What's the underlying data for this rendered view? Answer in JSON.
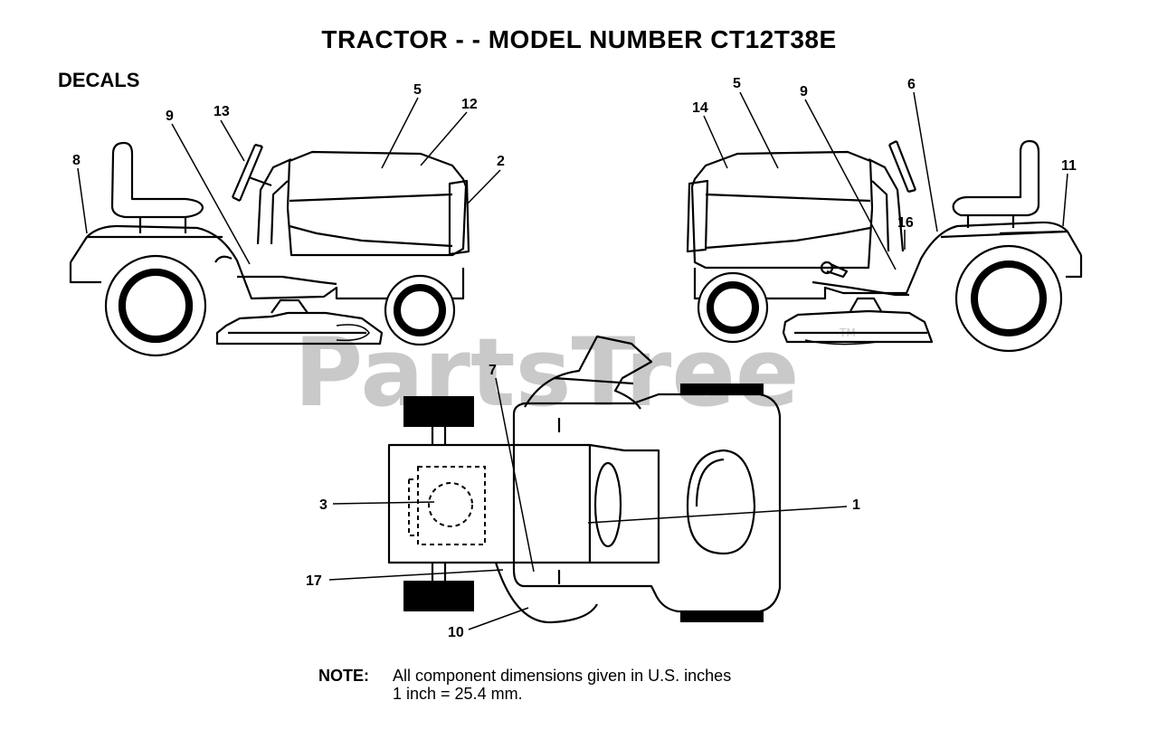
{
  "title": "TRACTOR - - MODEL NUMBER CT12T38E",
  "section_label": "DECALS",
  "watermark": "PartsTree",
  "watermark_tm": "TM",
  "note": {
    "label": "NOTE:",
    "line1": "All component dimensions given in U.S. inches",
    "line2": "1 inch = 25.4 mm."
  },
  "callouts": {
    "left_side": [
      "13",
      "9",
      "5",
      "12",
      "8",
      "2"
    ],
    "right_side": [
      "14",
      "5",
      "9",
      "6",
      "11",
      "16"
    ],
    "top_view": [
      "7",
      "3",
      "1",
      "17",
      "10"
    ]
  },
  "colors": {
    "line": "#000000",
    "background": "#ffffff",
    "watermark": "#c9c9c9"
  }
}
